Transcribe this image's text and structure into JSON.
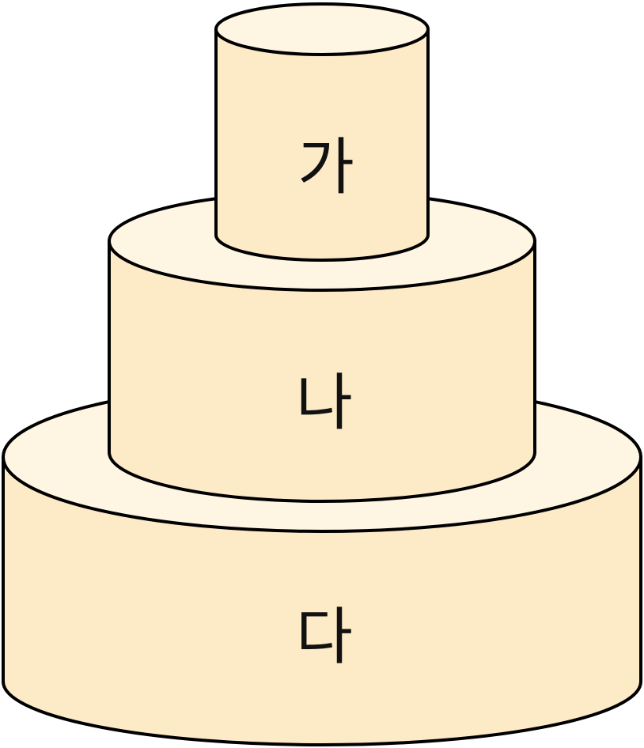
{
  "tiers": [
    {
      "label": "다"
    },
    {
      "label": "나"
    },
    {
      "label": "가"
    }
  ],
  "colors": {
    "side_fill": "#FDEBC8",
    "top_fill": "#FEF5E2",
    "outline": "#000000",
    "label": "#111111"
  }
}
